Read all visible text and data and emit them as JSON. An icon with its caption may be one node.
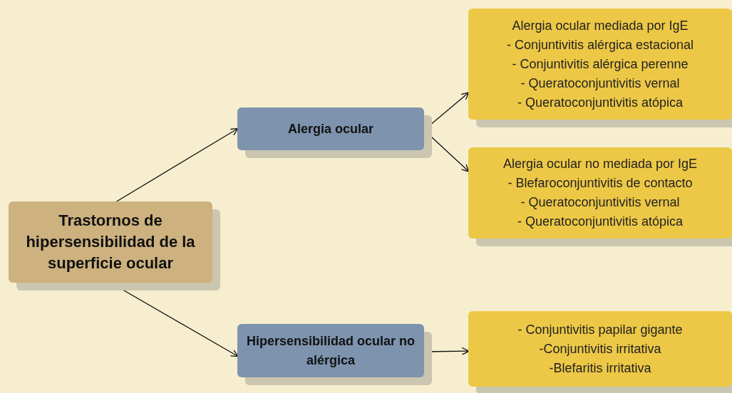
{
  "diagram": {
    "nodes": [
      {
        "text": [
          "Trastornos de hipersensibilidad de la superficie ocular"
        ]
      },
      {
        "text": [
          "Alergia ocular"
        ]
      },
      {
        "text": [
          "Hipersensibilidad ocular no alérgica"
        ]
      },
      {
        "text": [
          "Alergia ocular mediada por IgE",
          "- Conjuntivitis alérgica estacional",
          "- Conjuntivitis alérgica perenne",
          "- Queratoconjuntivitis vernal",
          "- Queratoconjuntivitis atópica"
        ]
      },
      {
        "text": [
          "Alergia ocular no mediada por IgE",
          "- Blefaroconjuntivitis de contacto",
          "- Queratoconjuntivitis vernal",
          "- Queratoconjuntivitis atópica"
        ]
      },
      {
        "text": [
          "- Conjuntivitis papilar gigante",
          "-Conjuntivitis irritativa",
          "-Blefaritis irritativa"
        ]
      }
    ],
    "edges": [
      {
        "from": 0,
        "to": 1,
        "arrow": "to"
      },
      {
        "from": 0,
        "to": 2,
        "arrow": "to"
      },
      {
        "from": 1,
        "to": 3,
        "arrow": "to"
      },
      {
        "from": 1,
        "to": 4,
        "arrow": "to"
      },
      {
        "from": 2,
        "to": 5,
        "arrow": "to"
      }
    ]
  }
}
